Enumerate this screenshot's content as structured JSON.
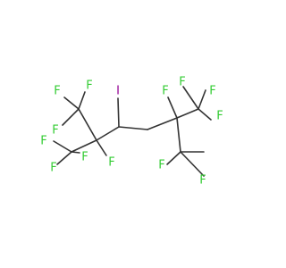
{
  "molecule": {
    "atoms": [
      {
        "id": "f1",
        "label": "F",
        "color": "#33cc33"
      },
      {
        "id": "f2",
        "label": "F",
        "color": "#33cc33"
      },
      {
        "id": "f3",
        "label": "F",
        "color": "#33cc33"
      },
      {
        "id": "i1",
        "label": "I",
        "color": "#940094"
      },
      {
        "id": "f4",
        "label": "F",
        "color": "#33cc33"
      },
      {
        "id": "f5",
        "label": "F",
        "color": "#33cc33"
      },
      {
        "id": "f6",
        "label": "F",
        "color": "#33cc33"
      },
      {
        "id": "f7",
        "label": "F",
        "color": "#33cc33"
      },
      {
        "id": "f8",
        "label": "F",
        "color": "#33cc33"
      },
      {
        "id": "f9",
        "label": "F",
        "color": "#33cc33"
      },
      {
        "id": "f10",
        "label": "F",
        "color": "#33cc33"
      },
      {
        "id": "f11",
        "label": "F",
        "color": "#33cc33"
      },
      {
        "id": "f12",
        "label": "F",
        "color": "#33cc33"
      },
      {
        "id": "f13",
        "label": "F",
        "color": "#33cc33"
      }
    ],
    "bond_color": "#333333"
  }
}
